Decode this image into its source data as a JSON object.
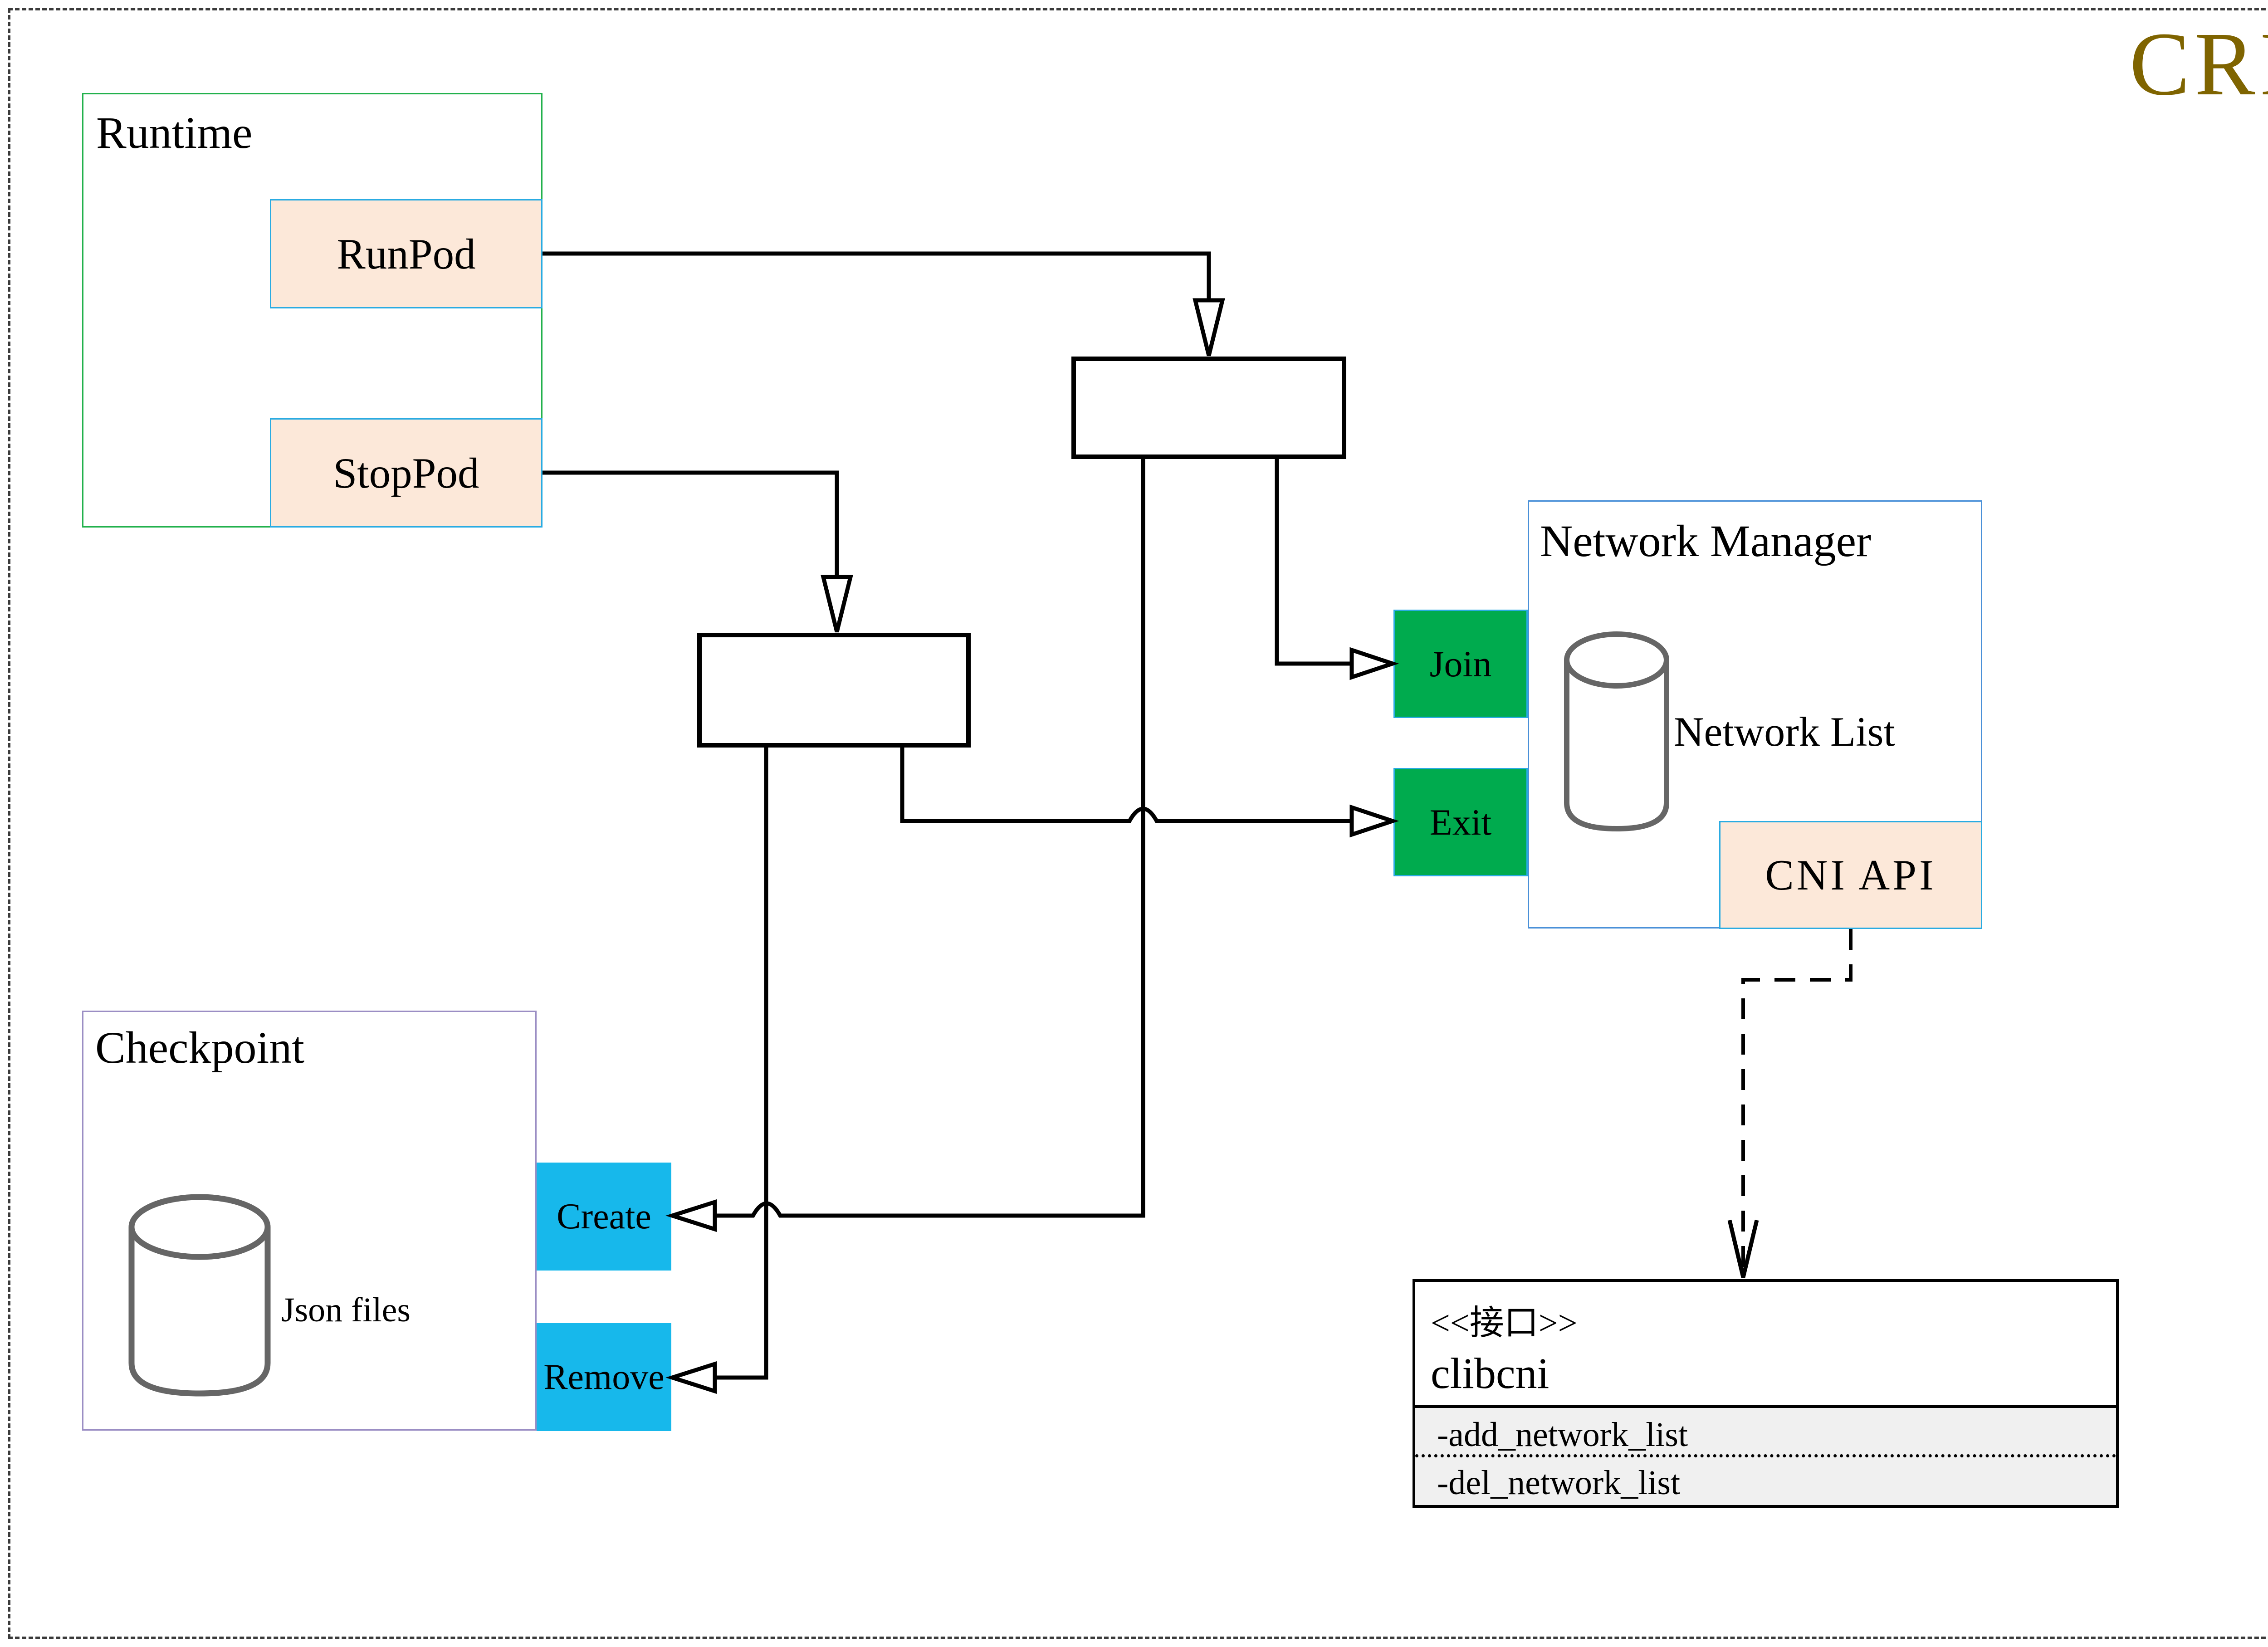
{
  "header": {
    "cri_label": "CRI",
    "cri_color": "#7f6400"
  },
  "runtime": {
    "title": "Runtime",
    "runpod_label": "RunPod",
    "stoppod_label": "StopPod"
  },
  "checkpoint": {
    "title": "Checkpoint",
    "db_label": "Json files",
    "create_label": "Create",
    "remove_label": "Remove"
  },
  "network_manager": {
    "title": "Network Manager",
    "db_label": "Network List",
    "join_label": "Join",
    "exit_label": "Exit",
    "cni_api_label": "CNI API"
  },
  "clibcni": {
    "stereotype": "<<接口>>",
    "name": "clibcni",
    "members": [
      "-add_network_list",
      "-del_network_list"
    ]
  },
  "colors": {
    "cri_title": "#7f6400",
    "runtime_border": "#22b14c",
    "checkpoint_border": "#9b8ec4",
    "network_manager_border": "#4a90d8",
    "peach_fill": "#fce8d9",
    "peach_border": "#29abe2",
    "green_fill": "#00ab4e",
    "cyan_fill": "#17b8eb",
    "attrs_section_bg": "#f0f0f0",
    "cylinder_stroke": "#666666",
    "connector": "#000000"
  }
}
